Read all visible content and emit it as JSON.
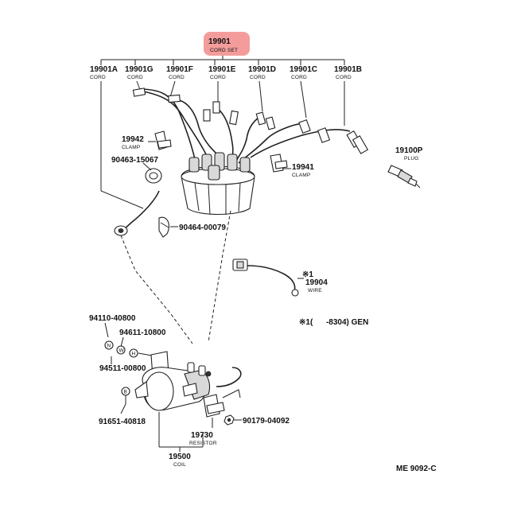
{
  "labels": {
    "cord_set": {
      "number": "19901",
      "sub": "CORD SET"
    },
    "cord_a": {
      "number": "19901A",
      "sub": "CORD"
    },
    "cord_g": {
      "number": "19901G",
      "sub": "CORD"
    },
    "cord_f": {
      "number": "19901F",
      "sub": "CORD"
    },
    "cord_e": {
      "number": "19901E",
      "sub": "CORD"
    },
    "cord_d": {
      "number": "19901D",
      "sub": "CORD"
    },
    "cord_c": {
      "number": "19901C",
      "sub": "CORD"
    },
    "cord_b": {
      "number": "19901B",
      "sub": "CORD"
    },
    "clamp_19942": {
      "number": "19942",
      "sub": "CLAMP"
    },
    "clamp_19941": {
      "number": "19941",
      "sub": "CLAMP"
    },
    "plug": {
      "number": "19100P",
      "sub": "PLUG"
    },
    "p_90463": {
      "number": "90463-15067"
    },
    "p_90464": {
      "number": "90464-00079"
    },
    "wire": {
      "mark": "※1",
      "number": "19904",
      "sub": "WIRE"
    },
    "note_gen": {
      "text": "※1(      -8304) GEN"
    },
    "p_94110": {
      "number": "94110-40800"
    },
    "p_94611": {
      "number": "94611-10800"
    },
    "p_94511": {
      "number": "94511-00800"
    },
    "p_91651": {
      "number": "91651-40818"
    },
    "p_90179": {
      "number": "90179-04092"
    },
    "resistor": {
      "number": "19730",
      "sub": "RESISTOR"
    },
    "coil": {
      "number": "19500",
      "sub": "COIL"
    },
    "ref_code": {
      "text": "ME 9092-C"
    }
  },
  "callout_letters": {
    "n": "N",
    "w": "W",
    "h": "H",
    "b": "B"
  },
  "colors": {
    "highlight": "#f28b8b",
    "line": "#222222"
  }
}
